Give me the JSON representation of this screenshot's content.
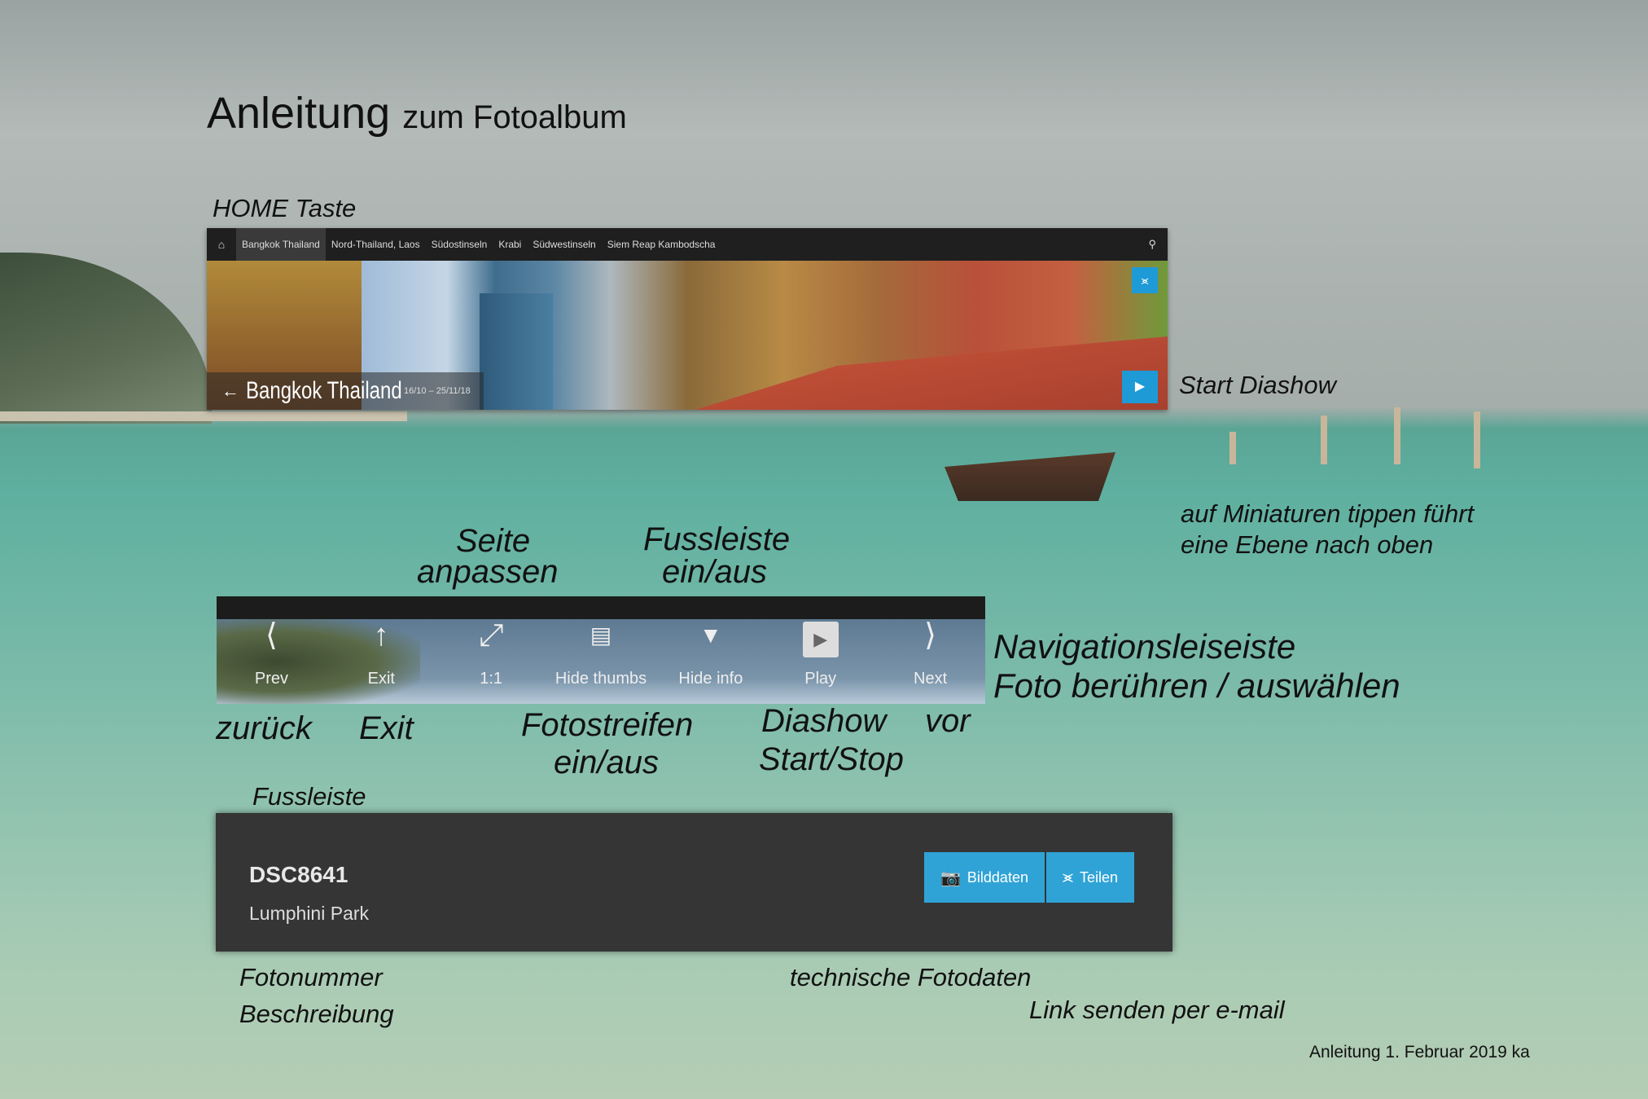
{
  "title": {
    "main": "Anleitung",
    "sub": "zum Fotoalbum"
  },
  "annotations": {
    "home": "HOME Taste",
    "start_slideshow": "Start Diashow",
    "thumbs_line1": "auf Miniaturen tippen führt",
    "thumbs_line2": "eine Ebene nach oben",
    "fit_line1": "Seite",
    "fit_line2": "anpassen",
    "footer_toggle_line1": "Fussleiste",
    "footer_toggle_line2": "ein/aus",
    "nav_line1": "Navigationsleiseiste",
    "nav_line2": "Foto berühren / auswählen",
    "back": "zurück",
    "exit": "Exit",
    "strip_line1": "Fotostreifen",
    "strip_line2": "ein/aus",
    "slideshow": "Diashow",
    "forward": "vor",
    "startstop": "Start/Stop",
    "footer": "Fussleiste",
    "photo_number": "Fotonummer",
    "description": "Beschreibung",
    "tech_data": "technische Fotodaten",
    "link_mail": "Link senden per e-mail"
  },
  "navbar": {
    "items": [
      "Bangkok Thailand",
      "Nord-Thailand, Laos",
      "Südostinseln",
      "Krabi",
      "Südwestinseln",
      "Siem Reap Kambodscha"
    ]
  },
  "banner": {
    "album": "Bangkok Thailand",
    "dates": "16/10 – 25/11/18"
  },
  "toolbar": {
    "buttons": [
      "Prev",
      "Exit",
      "1:1",
      "Hide thumbs",
      "Hide info",
      "Play",
      "Next"
    ]
  },
  "footer_panel": {
    "number": "DSC8641",
    "description": "Lumphini Park",
    "btn_data": "Bilddaten",
    "btn_share": "Teilen"
  },
  "stamp": "Anleitung 1. Februar 2019 ka",
  "colors": {
    "accent": "#2fa3d6",
    "bar": "#1f1f1f"
  }
}
